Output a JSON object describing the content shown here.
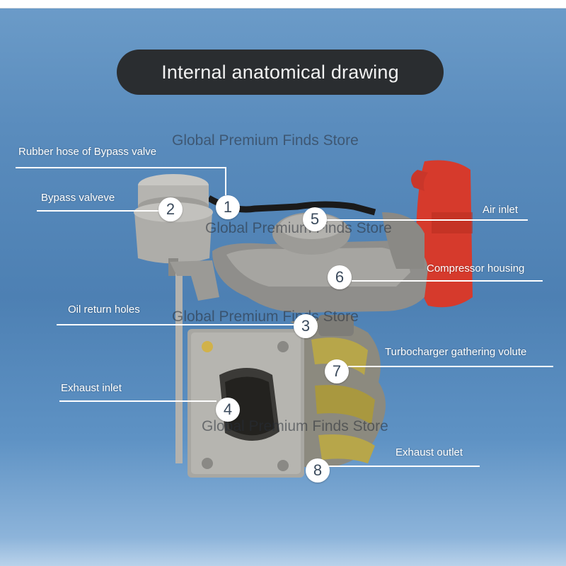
{
  "title": "Internal anatomical drawing",
  "watermark": "Global Premium Finds Store",
  "callouts": [
    {
      "number": "1",
      "label": "Rubber hose of Bypass valve"
    },
    {
      "number": "2",
      "label": "Bypass valveve"
    },
    {
      "number": "3",
      "label": "Oil return holes"
    },
    {
      "number": "4",
      "label": "Exhaust inlet"
    },
    {
      "number": "5",
      "label": "Air inlet"
    },
    {
      "number": "6",
      "label": "Compressor housing"
    },
    {
      "number": "7",
      "label": "Turbocharger gathering volute"
    },
    {
      "number": "8",
      "label": "Exhaust outlet"
    }
  ],
  "colors": {
    "background": "#5a8cbd",
    "title_pill": "#2a2d30",
    "inlet_cap": "#d63a2c",
    "metal": "#9a9a98",
    "flange": "#a8a7a2",
    "turbine_yellow": "#b7a64a"
  }
}
